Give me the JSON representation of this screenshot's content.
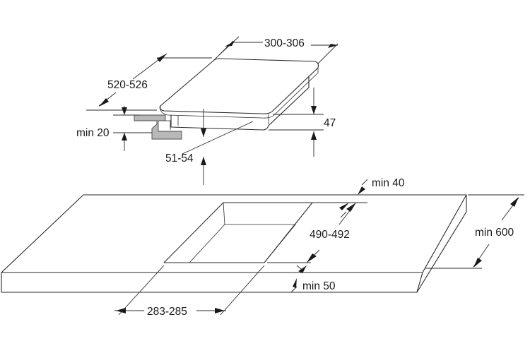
{
  "dimensions": {
    "hob_width": "300-306",
    "hob_depth": "520-526",
    "hob_height": "47",
    "worktop_min_thickness": "min 20",
    "cutout_offset": "51-54",
    "min_rear_clearance": "min 40",
    "cutout_depth": "490-492",
    "min_worktop_depth": "min 600",
    "min_front_clearance": "min 50",
    "cutout_width": "283-285"
  }
}
